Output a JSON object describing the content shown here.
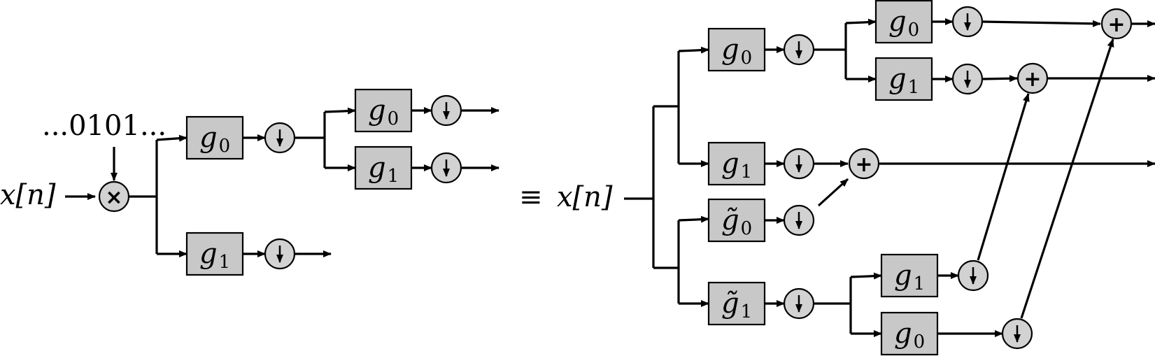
{
  "input_label": "x[n]",
  "input_label_right": "x[n]",
  "modulation_label": "...0101...",
  "equiv_symbol": "≡",
  "mult_symbol": "×",
  "add_symbol": "+",
  "down_symbol": "↓",
  "filters": {
    "g": "g",
    "g_tilde": "g̃",
    "sub0": "0",
    "sub1": "1"
  }
}
